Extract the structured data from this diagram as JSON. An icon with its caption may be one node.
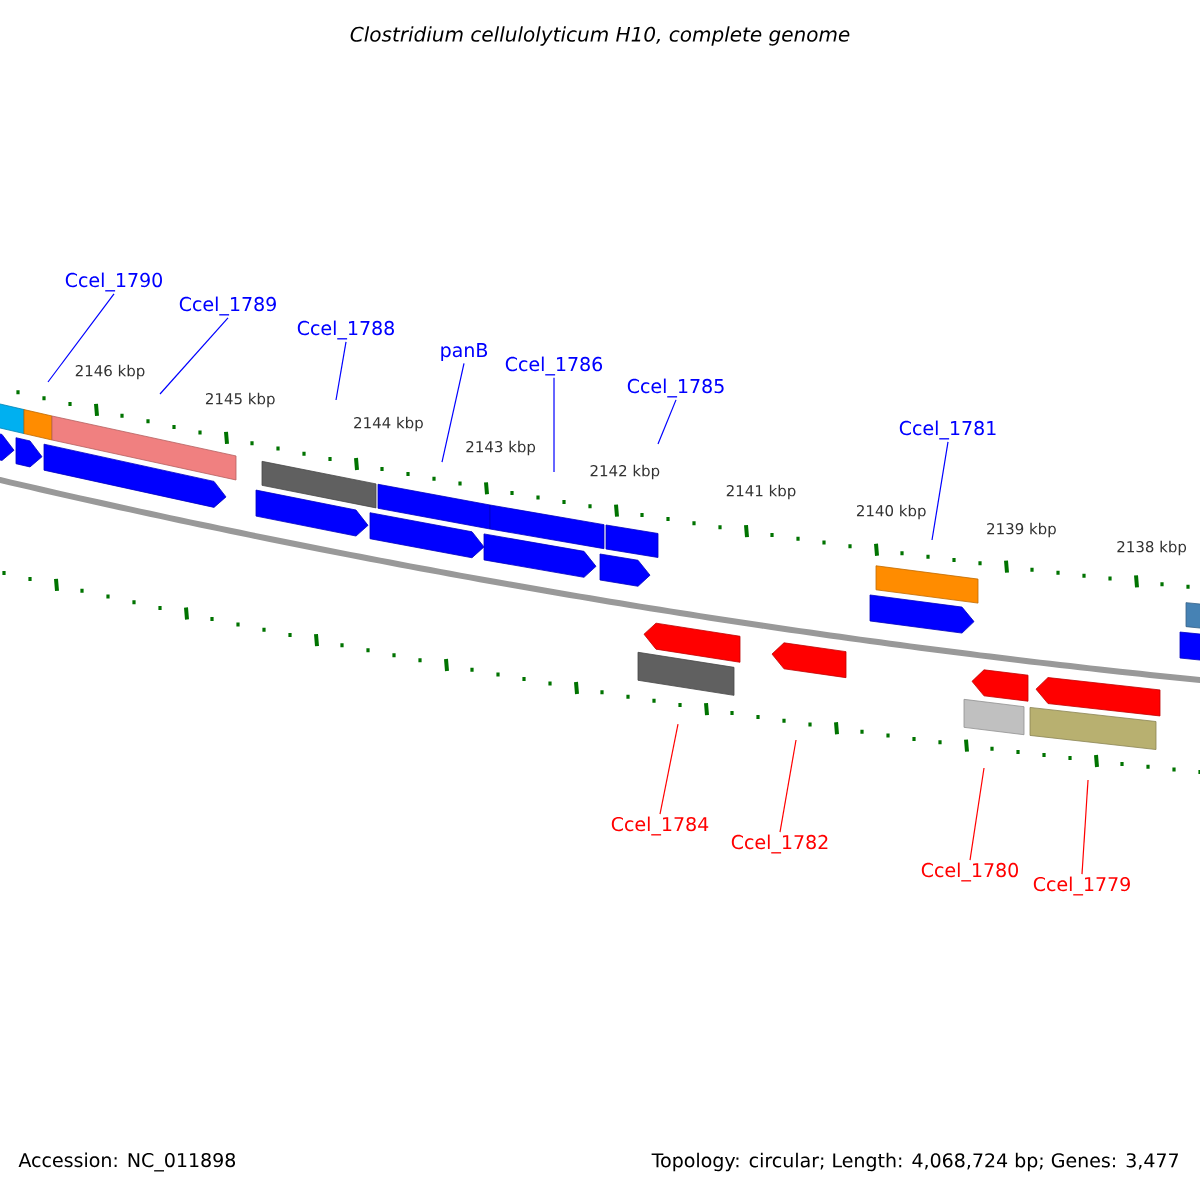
{
  "diagram": {
    "title": "*Clostridium cellulolyticum* H10, complete genome",
    "nodes": [
      {
        "text": [
          "Ccel_1790"
        ]
      },
      {
        "text": [
          "Ccel_1789"
        ]
      },
      {
        "text": [
          "Ccel_1788"
        ]
      },
      {
        "text": [
          "panB"
        ]
      },
      {
        "text": [
          "Ccel_1786"
        ]
      },
      {
        "text": [
          "Ccel_1785"
        ]
      },
      {
        "text": [
          "Ccel_1781"
        ]
      },
      {
        "text": [
          "Ccel_1784"
        ]
      },
      {
        "text": [
          "Ccel_1782"
        ]
      },
      {
        "text": [
          "Ccel_1780"
        ]
      },
      {
        "text": [
          "Ccel_1779"
        ]
      }
    ],
    "edges": [
      {
        "from": 0,
        "to": null,
        "arrow": "none"
      },
      {
        "from": 1,
        "to": null,
        "arrow": "none"
      },
      {
        "from": 2,
        "to": null,
        "arrow": "none"
      },
      {
        "from": 3,
        "to": null,
        "arrow": "none"
      },
      {
        "from": 4,
        "to": null,
        "arrow": "none"
      },
      {
        "from": 5,
        "to": null,
        "arrow": "none"
      },
      {
        "from": 6,
        "to": null,
        "arrow": "none"
      },
      {
        "from": 7,
        "to": null,
        "arrow": "none",
        "color": "#ff0000"
      },
      {
        "from": 8,
        "to": null,
        "arrow": "none",
        "color": "#ff0000"
      },
      {
        "from": 9,
        "to": null,
        "arrow": "none",
        "color": "#ff0000"
      },
      {
        "from": 10,
        "to": null,
        "arrow": "none",
        "color": "#ff0000"
      }
    ],
    "labels": [
      "2146 kbp",
      "2145 kbp",
      "2144 kbp",
      "2143 kbp",
      "2142 kbp",
      "2141 kbp",
      "2140 kbp",
      "2139 kbp",
      "2138 kbp",
      "Accession: NC_011898",
      "Topology: circular; Length: 4,068,724 bp; Genes: 3,477"
    ]
  }
}
